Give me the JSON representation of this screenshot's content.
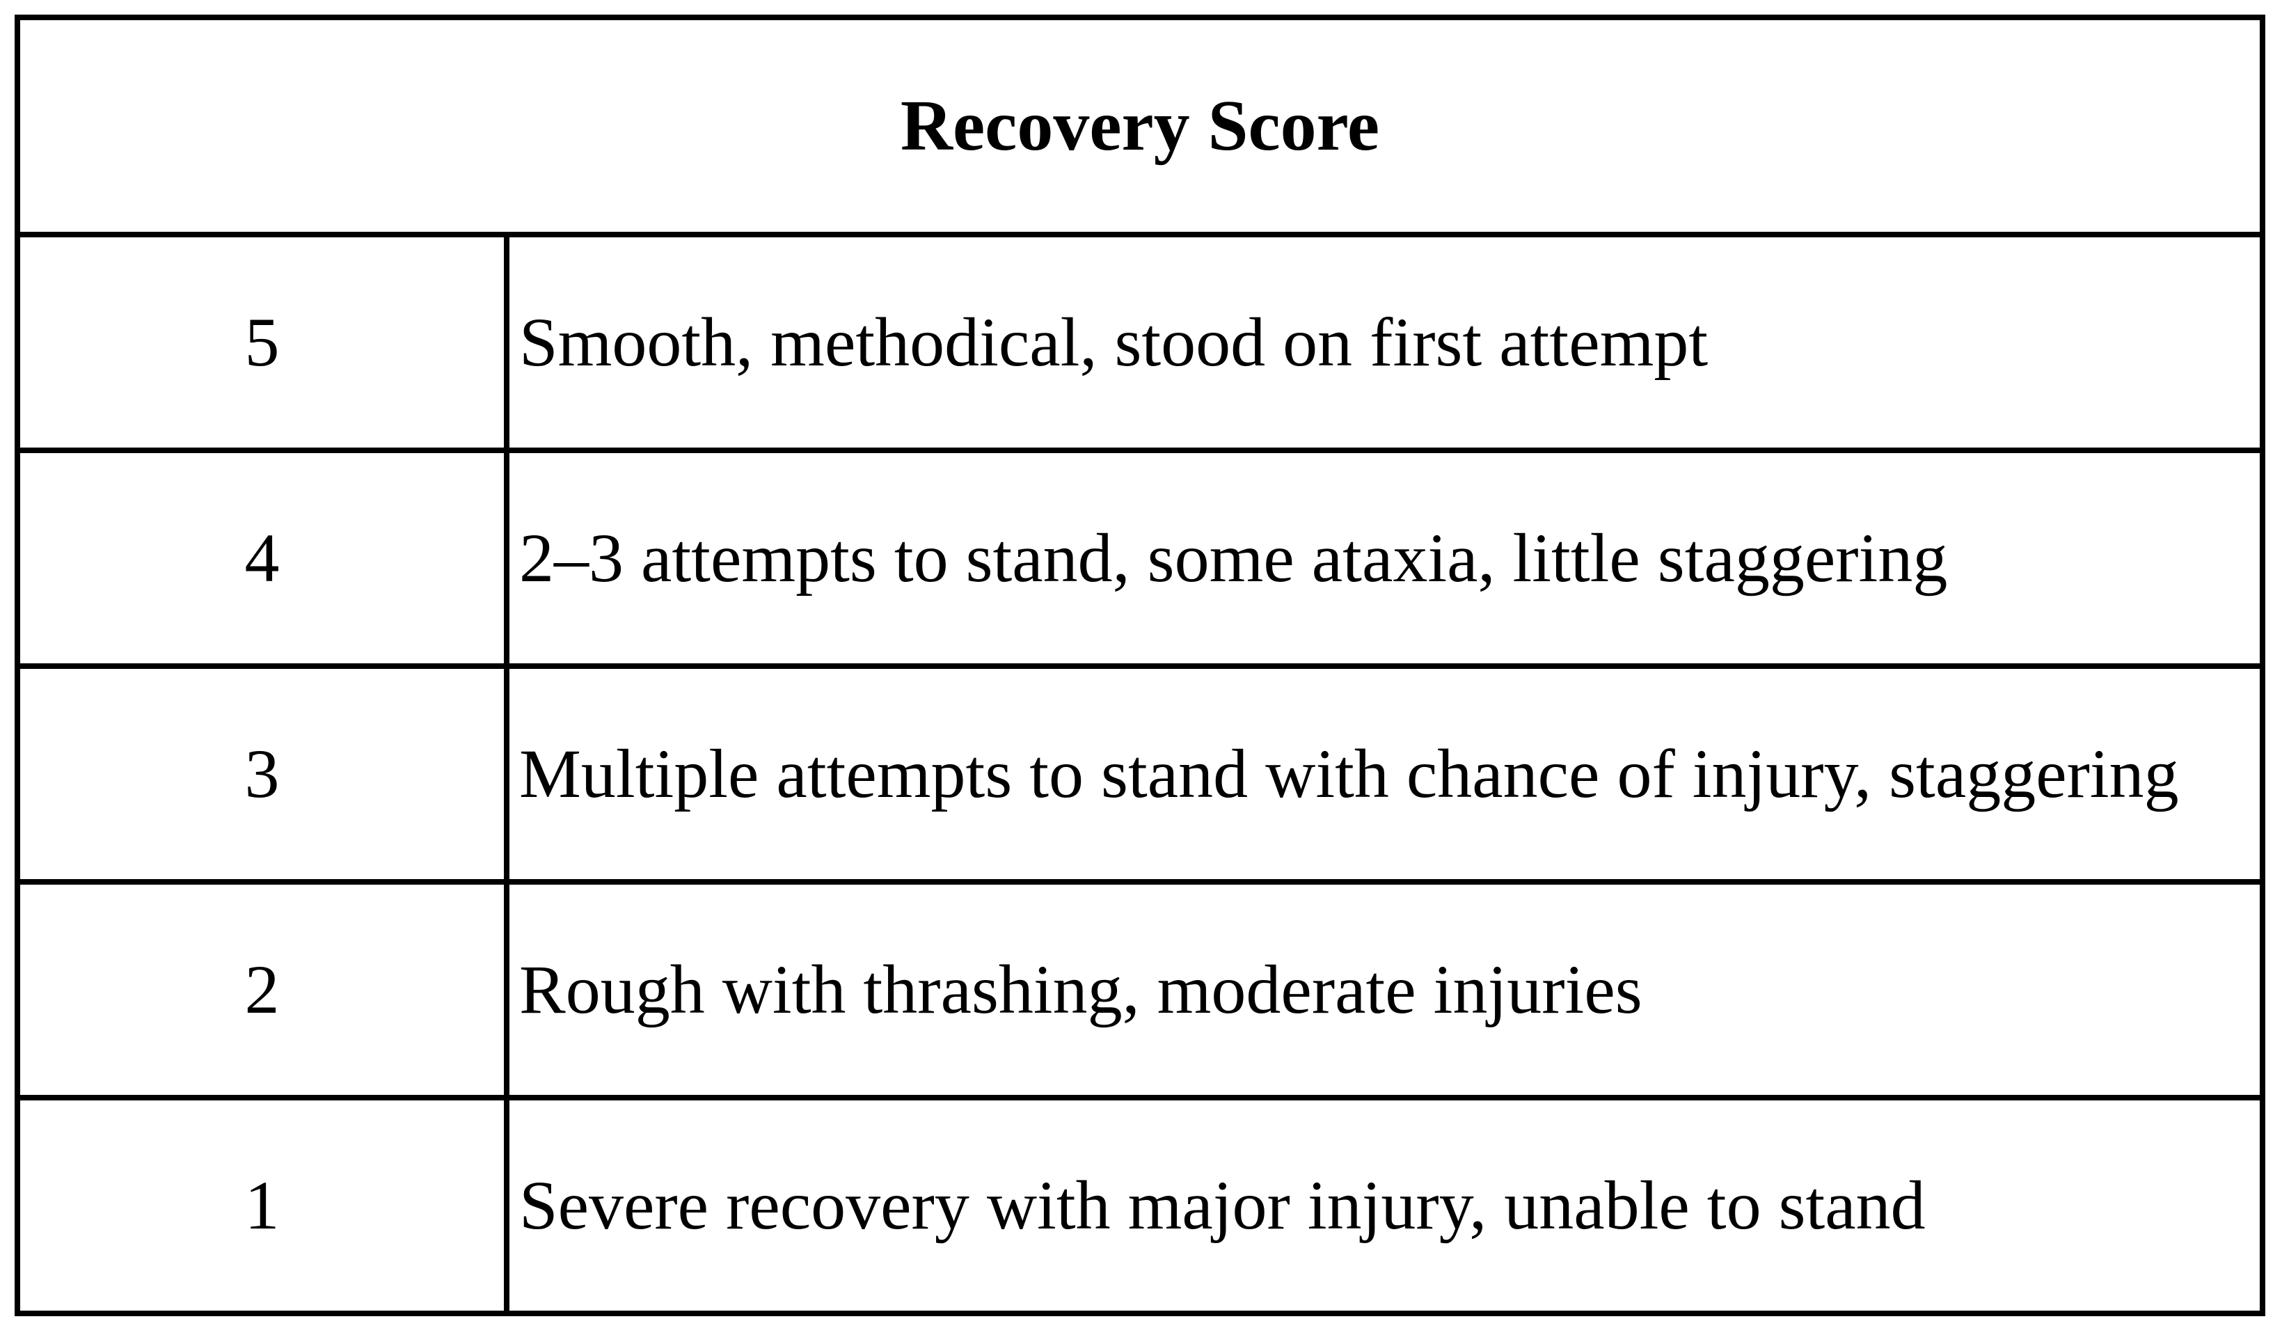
{
  "page": {
    "background_color": "#ffffff",
    "border_color": "#000000",
    "text_color": "#000000"
  },
  "table": {
    "title": "Recovery Score",
    "rows": [
      {
        "score": "5",
        "description": "Smooth, methodical, stood on first attempt"
      },
      {
        "score": "4",
        "description": "2–3 attempts to stand, some ataxia, little staggering"
      },
      {
        "score": "3",
        "description": "Multiple attempts to stand with chance of injury, staggering"
      },
      {
        "score": "2",
        "description": "Rough with thrashing, moderate injuries"
      },
      {
        "score": "1",
        "description": "Severe recovery with major injury, unable to stand"
      }
    ]
  }
}
